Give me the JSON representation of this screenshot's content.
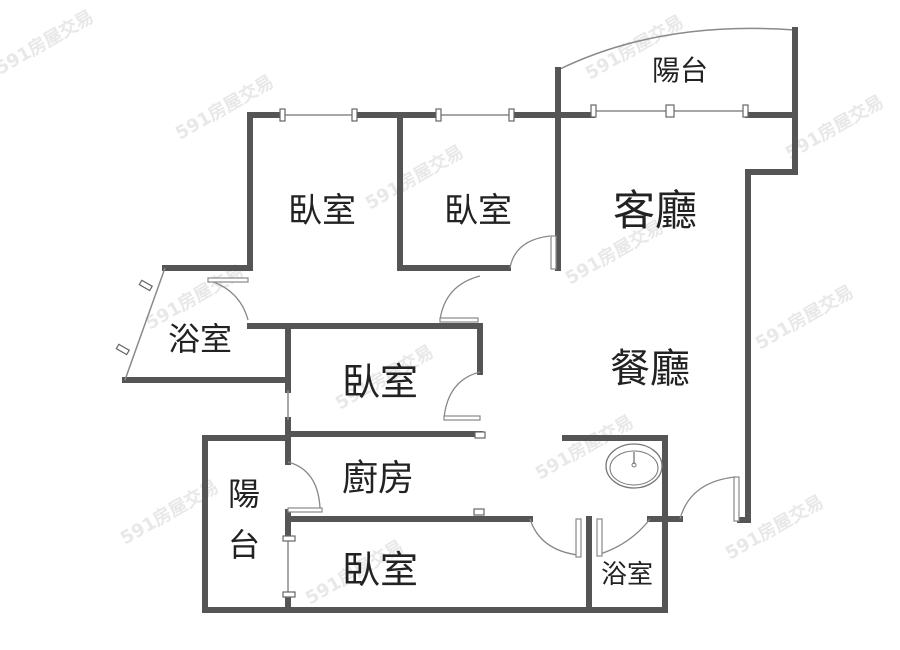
{
  "floorplan": {
    "rooms": {
      "balcony_top": "陽台",
      "bedroom_1": "臥室",
      "bedroom_2": "臥室",
      "living_room": "客廳",
      "bathroom_left": "浴室",
      "bedroom_3": "臥室",
      "dining_room": "餐廳",
      "kitchen": "廚房",
      "balcony_left_line1": "陽",
      "balcony_left_line2": "台",
      "bedroom_4": "臥室",
      "bathroom_right": "浴室"
    },
    "watermark": "591房屋交易",
    "colors": {
      "wall": "#555555",
      "window": "#8a8a8a",
      "text": "#222222",
      "background": "#ffffff",
      "watermark": "#e8e8e8"
    }
  }
}
